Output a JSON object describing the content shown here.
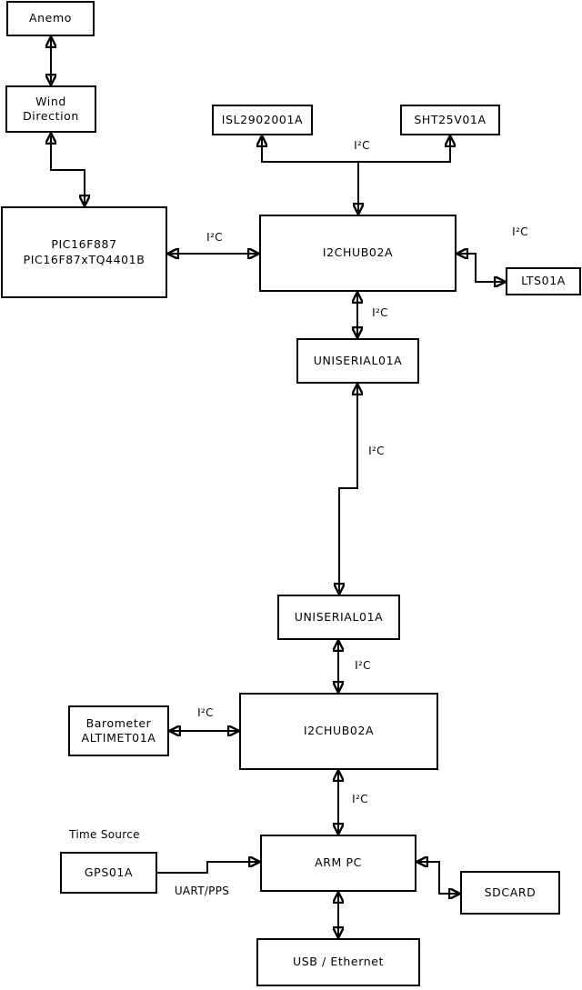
{
  "diagram": {
    "type": "block-diagram",
    "colors": {
      "line": "#000000",
      "box_fill": "#ffffff",
      "background": "#ffffff"
    },
    "nodes": {
      "anemo": {
        "label": "Anemo"
      },
      "wind_direction": {
        "label": "Wind\nDirection"
      },
      "pic": {
        "label": "PIC16F887\nPIC16F87xTQ4401B"
      },
      "isl": {
        "label": "ISL2902001A"
      },
      "sht": {
        "label": "SHT25V01A"
      },
      "i2chub_top": {
        "label": "I2CHUB02A"
      },
      "lts": {
        "label": "LTS01A"
      },
      "uniserial_top": {
        "label": "UNISERIAL01A"
      },
      "uniserial_bottom": {
        "label": "UNISERIAL01A"
      },
      "barometer": {
        "label": "Barometer\nALTIMET01A"
      },
      "i2chub_bottom": {
        "label": "I2CHUB02A"
      },
      "gps": {
        "label": "GPS01A"
      },
      "arm_pc": {
        "label": "ARM PC"
      },
      "sdcard": {
        "label": "SDCARD"
      },
      "usb_ethernet": {
        "label": "USB / Ethernet"
      }
    },
    "edge_labels": {
      "i2c_sensor_bus": "I²C",
      "i2c_pic": "I²C",
      "i2c_lts": "I²C",
      "i2c_hub1_uni1": "I²C",
      "i2c_uni1_uni2": "I²C",
      "i2c_uni2_hub2": "I²C",
      "i2c_barometer": "I²C",
      "i2c_hub2_arm": "I²C",
      "uart_pps": "UART/PPS",
      "time_source": "Time Source"
    }
  }
}
